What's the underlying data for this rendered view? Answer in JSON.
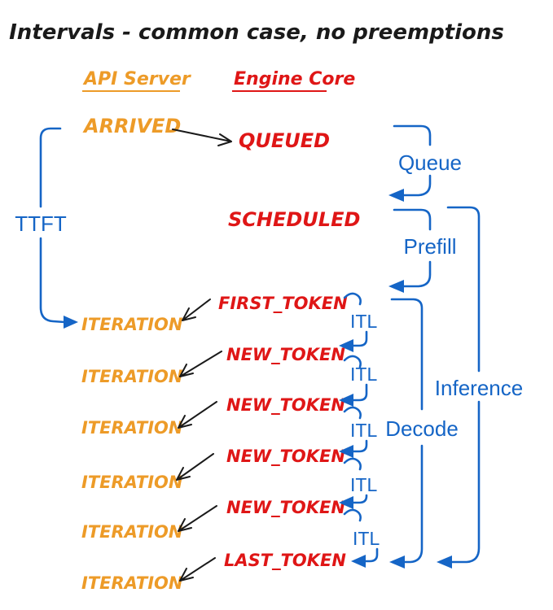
{
  "title": "Intervals - common case, no preemptions",
  "headers": {
    "api_server": "API Server",
    "engine_core": "Engine Core"
  },
  "events": {
    "arrived": "ARRIVED",
    "queued": "QUEUED",
    "scheduled": "SCHEDULED",
    "first_token": "FIRST_TOKEN",
    "new_token": "NEW_TOKEN",
    "last_token": "LAST_TOKEN",
    "iteration": "ITERATION"
  },
  "intervals": {
    "ttft": "TTFT",
    "queue": "Queue",
    "prefill": "Prefill",
    "itl": "ITL",
    "decode": "Decode",
    "inference": "Inference"
  },
  "colors": {
    "api_server": "#ED9B28",
    "engine_core": "#DF1616",
    "interval": "#1565C6",
    "arrow": "#1a1a1a"
  }
}
